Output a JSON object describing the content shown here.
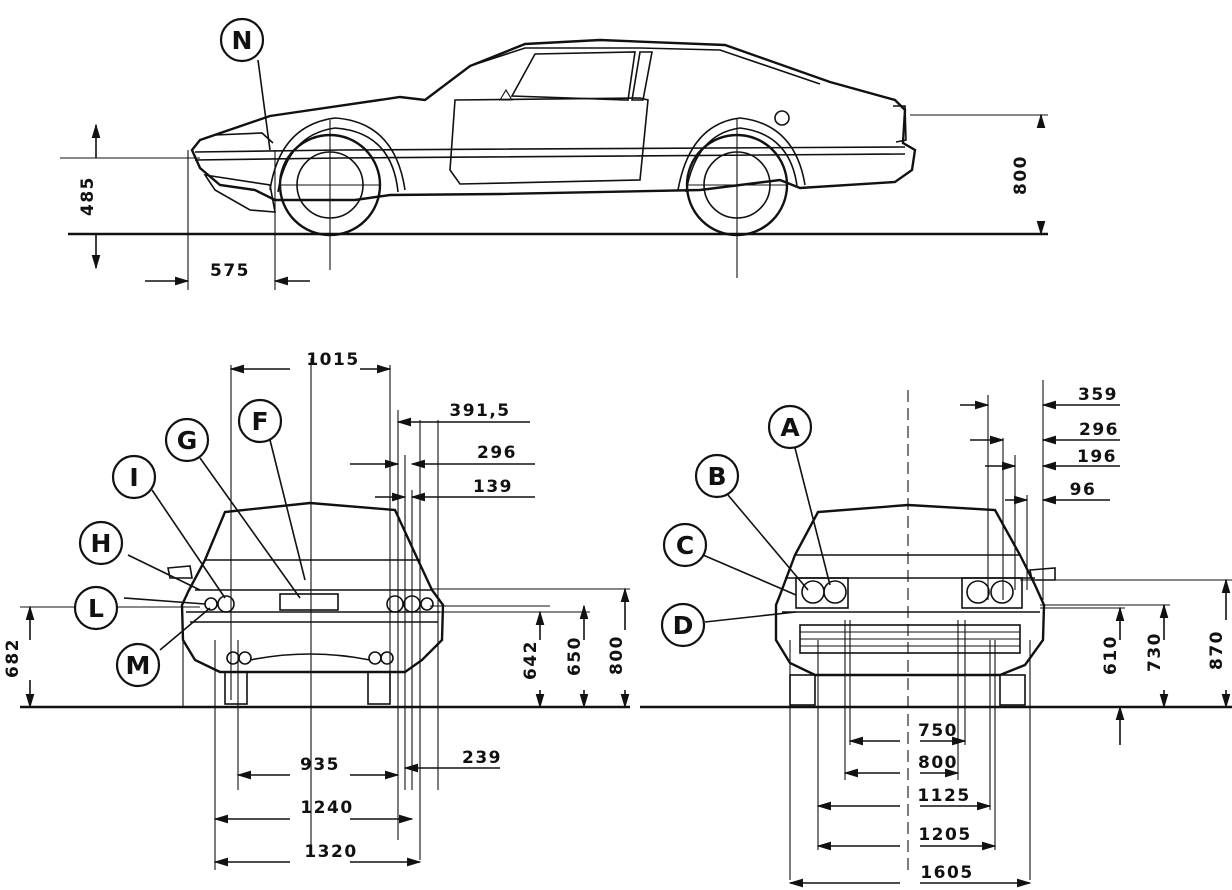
{
  "side_view": {
    "callout": "N",
    "dims": [
      "485",
      "575",
      "800"
    ]
  },
  "rear_view": {
    "callouts": [
      "F",
      "G",
      "I",
      "H",
      "L",
      "M"
    ],
    "dims": [
      "1015",
      "391,5",
      "296",
      "139",
      "682",
      "642",
      "650",
      "800",
      "935",
      "239",
      "1240",
      "1320"
    ]
  },
  "front_view": {
    "callouts": [
      "A",
      "B",
      "C",
      "D"
    ],
    "dims": [
      "359",
      "296",
      "196",
      "96",
      "610",
      "730",
      "870",
      "750",
      "800",
      "1125",
      "1205",
      "1605"
    ]
  }
}
